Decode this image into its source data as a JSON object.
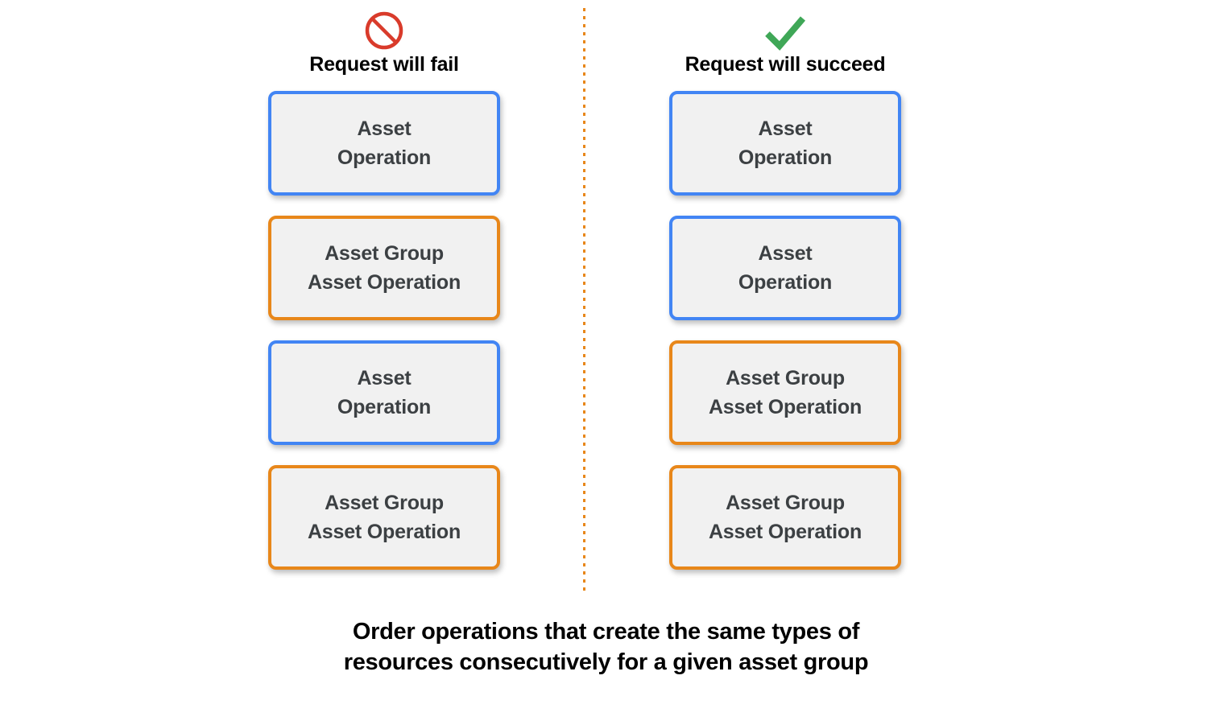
{
  "colors": {
    "box_fill": "#f1f1f1",
    "asset_operation_border": "#4285f4",
    "asset_group_border": "#e8871a",
    "divider": "#e8871a",
    "fail_icon": "#d93b2b",
    "succeed_icon": "#3fa757",
    "box_text": "#3c4043",
    "heading_text": "#000000"
  },
  "columns": [
    {
      "id": "fail",
      "icon": "prohibition-icon",
      "title": "Request will fail",
      "boxes": [
        {
          "label": "Asset\nOperation",
          "kind": "asset-operation"
        },
        {
          "label": "Asset Group\nAsset Operation",
          "kind": "asset-group-asset-operation"
        },
        {
          "label": "Asset\nOperation",
          "kind": "asset-operation"
        },
        {
          "label": "Asset Group\nAsset Operation",
          "kind": "asset-group-asset-operation"
        }
      ]
    },
    {
      "id": "succeed",
      "icon": "checkmark-icon",
      "title": "Request will succeed",
      "boxes": [
        {
          "label": "Asset\nOperation",
          "kind": "asset-operation"
        },
        {
          "label": "Asset\nOperation",
          "kind": "asset-operation"
        },
        {
          "label": "Asset Group\nAsset Operation",
          "kind": "asset-group-asset-operation"
        },
        {
          "label": "Asset Group\nAsset Operation",
          "kind": "asset-group-asset-operation"
        }
      ]
    }
  ],
  "caption": {
    "line1": "Order operations that create the same types of",
    "line2": "resources consecutively for a given asset group"
  }
}
